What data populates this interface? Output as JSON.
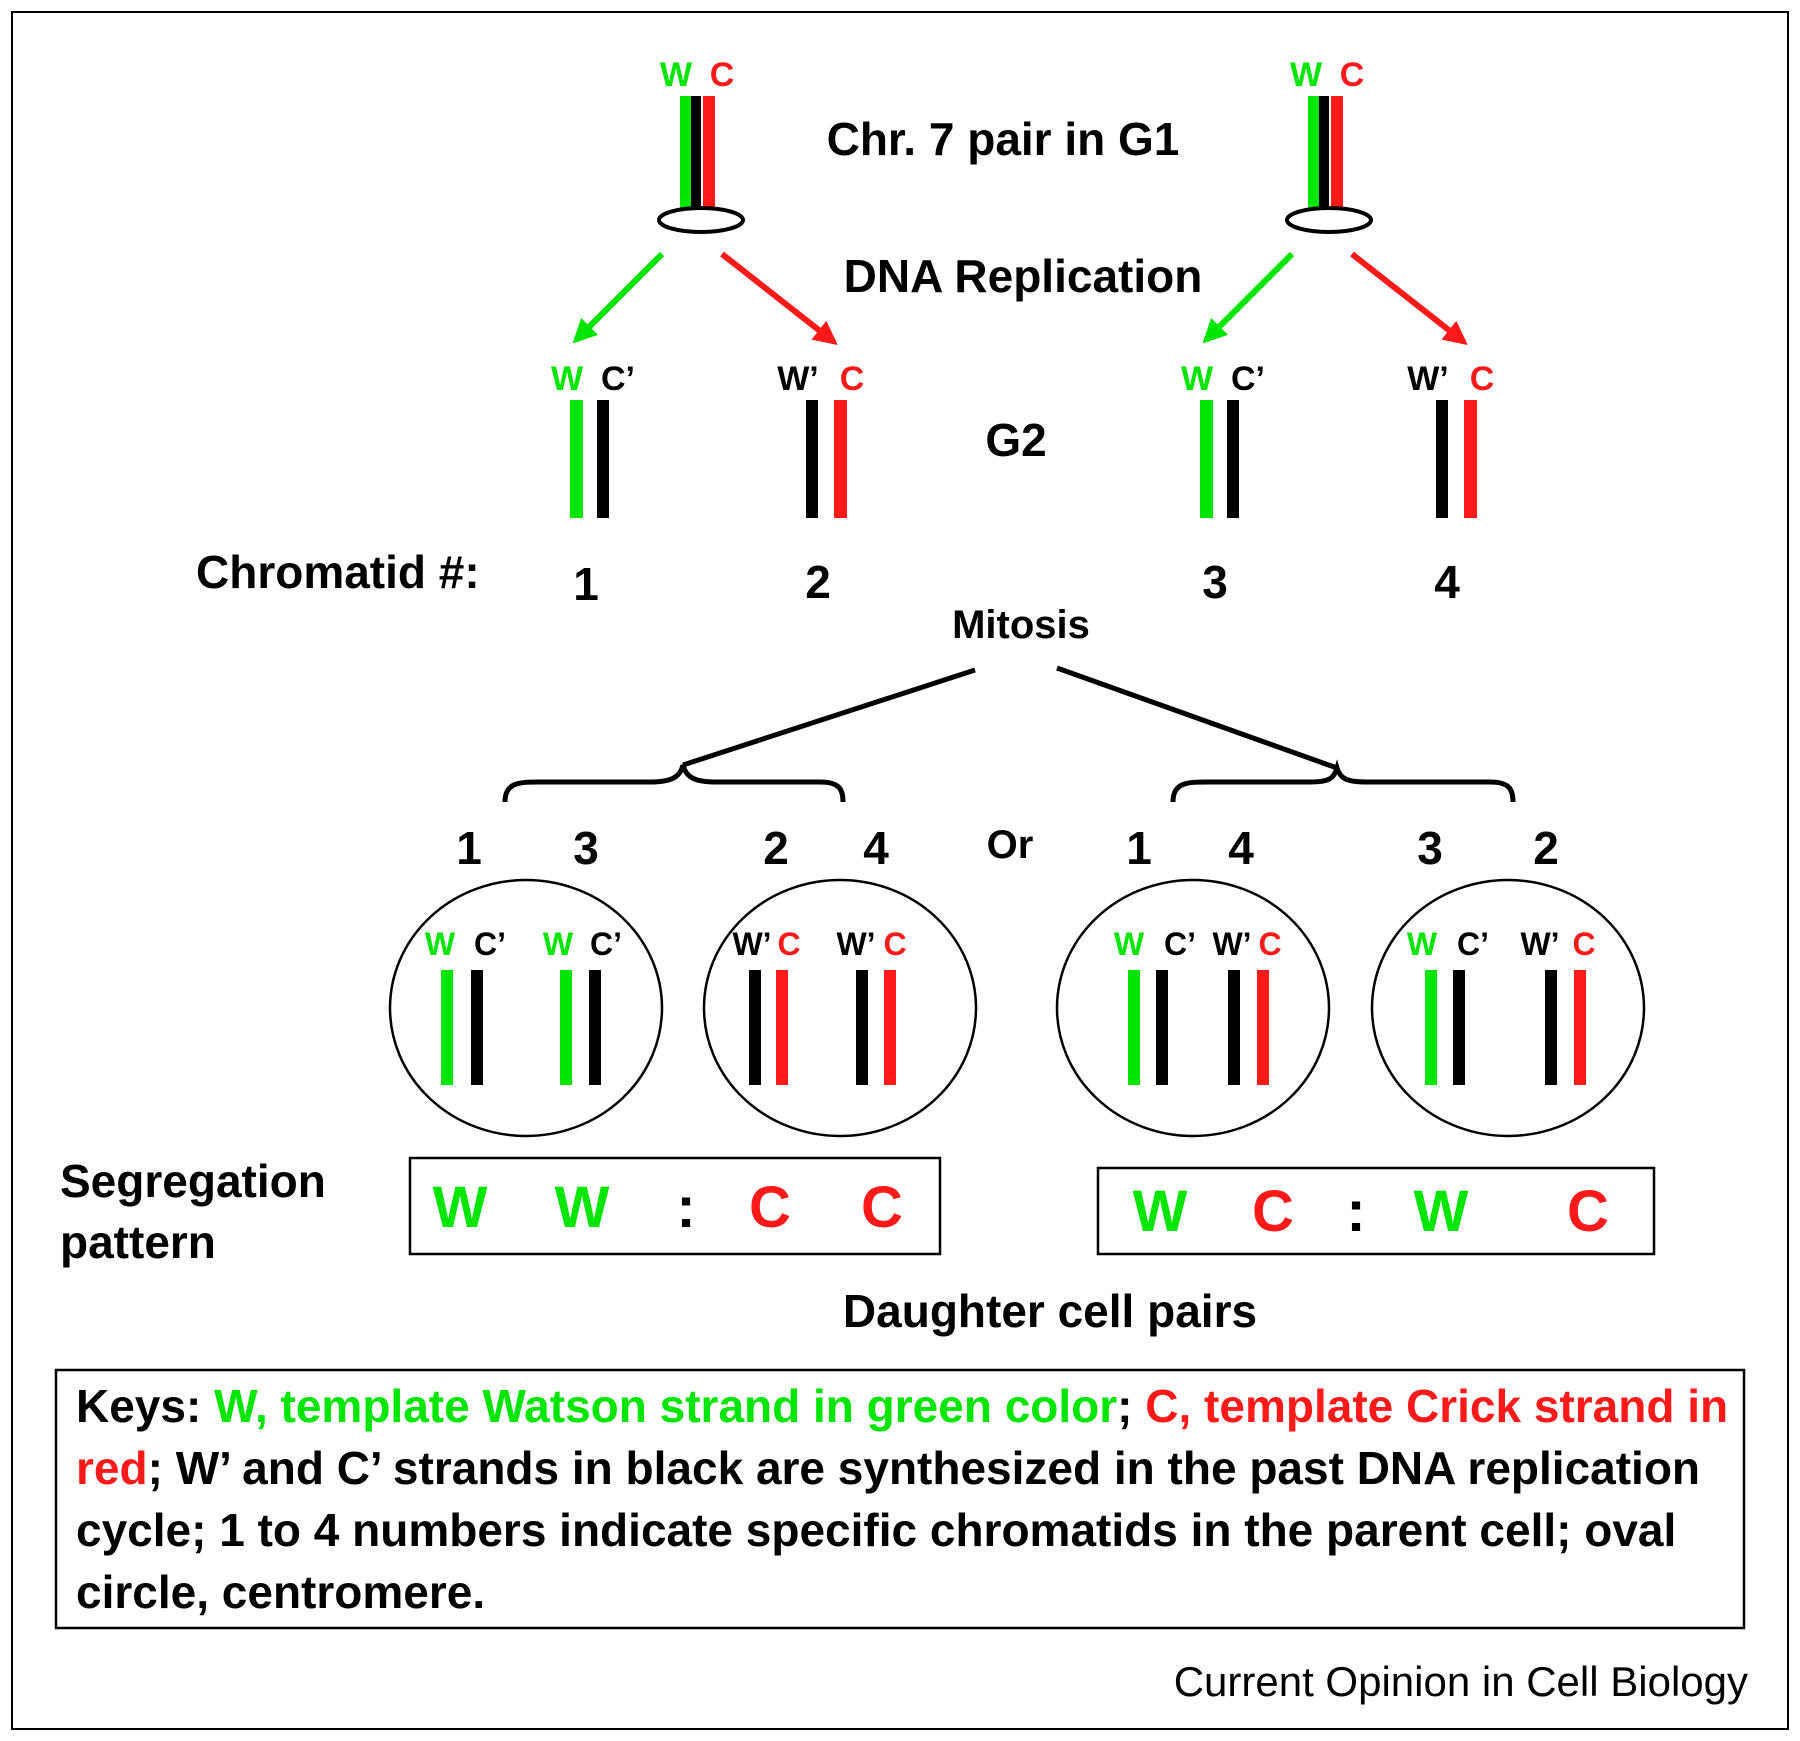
{
  "colors": {
    "watson": "#00e600",
    "crick": "#ff1a1a",
    "synthesized": "#000000"
  },
  "labels": {
    "watson": "W",
    "crick": "C",
    "watson_new": "W’",
    "crick_new": "C’",
    "g1": "Chr. 7 pair in G1",
    "replication": "DNA Replication",
    "g2": "G2",
    "chromatid_heading": "Chromatid #:",
    "chromatid_numbers": [
      "1",
      "2",
      "3",
      "4"
    ],
    "mitosis": "Mitosis",
    "or": "Or",
    "left_numbers": [
      "1",
      "3",
      "2",
      "4"
    ],
    "right_numbers": [
      "1",
      "4",
      "3",
      "2"
    ],
    "segregation_line1": "Segregation",
    "segregation_line2": "pattern",
    "left_pattern": [
      "W",
      "W",
      ":",
      "C",
      "C"
    ],
    "right_pattern": [
      "W",
      "C",
      ":",
      "W",
      "C"
    ],
    "daughter_pairs": "Daughter cell pairs"
  },
  "keys": {
    "prefix": "Keys: ",
    "watson_text": "W, template Watson strand in green color",
    "sep": "; ",
    "crick_text": "C, template Crick strand in red",
    "rest": "; W’ and C’ strands in black are synthesized in the past DNA replication cycle; 1 to 4 numbers indicate specific chromatids in the parent cell; oval circle, centromere."
  },
  "credit": "Current Opinion in Cell Biology"
}
